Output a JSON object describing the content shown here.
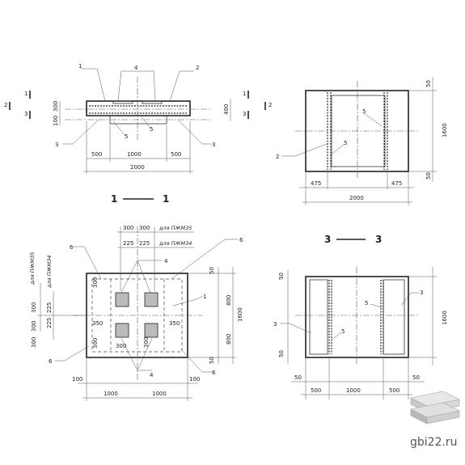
{
  "views": {
    "section11": {
      "title_left": "1",
      "title_right": "1",
      "leaders": [
        "1",
        "4",
        "2",
        "5",
        "5",
        "3",
        "3"
      ],
      "cut_marks": {
        "left_top": "1",
        "left_mid": "2",
        "left_bot": "3",
        "right_top": "1",
        "right_mid": "2",
        "right_bot": "3"
      },
      "dims": {
        "h300": "300",
        "h100": "100",
        "h400": "400",
        "w500a": "500",
        "w1000": "1000",
        "w500b": "500",
        "total": "2000"
      }
    },
    "plan": {
      "leaders": [
        "5",
        "5",
        "2"
      ],
      "dims": {
        "top50": "50",
        "h1600": "1600",
        "bot50": "50",
        "w475a": "475",
        "w475b": "475",
        "total": "2000"
      }
    },
    "reinf": {
      "top_dims": {
        "a": "300",
        "b": "300",
        "c": "225",
        "d": "225"
      },
      "notes": {
        "pzhmz5": "для ПЖМЗ5",
        "pzhmz4": "для ПЖМЗ4"
      },
      "leaders": [
        "6",
        "6",
        "4",
        "1",
        "4",
        "6",
        "6"
      ],
      "inner_dims": {
        "v300a": "300",
        "v300b": "300",
        "h350a": "350",
        "h350b": "350",
        "h300": "300",
        "v300c": "300"
      },
      "left_dims": {
        "a": "300",
        "b": "300",
        "c": "225",
        "d": "225",
        "e": "300"
      },
      "left_notes": {
        "pzhmz5": "для ПЖМЗ5",
        "pzhmz4": "для ПЖМЗ4"
      },
      "right_dims": {
        "top50": "50",
        "h800a": "800",
        "h1600": "1600",
        "h800b": "800",
        "bot50": "50"
      },
      "bottom_dims": {
        "left100": "100",
        "w1000a": "1000",
        "w1000b": "1000",
        "right100": "100"
      }
    },
    "section33": {
      "title_left": "3",
      "title_right": "3",
      "leaders": [
        "5",
        "3",
        "3",
        "5"
      ],
      "dims": {
        "top50": "50",
        "bot50": "50",
        "h1600": "1600",
        "w500a": "500",
        "w1000": "1000",
        "w500b": "500",
        "left50": "50",
        "right50": "50"
      }
    }
  },
  "brand": {
    "text": "gbi22.ru"
  }
}
